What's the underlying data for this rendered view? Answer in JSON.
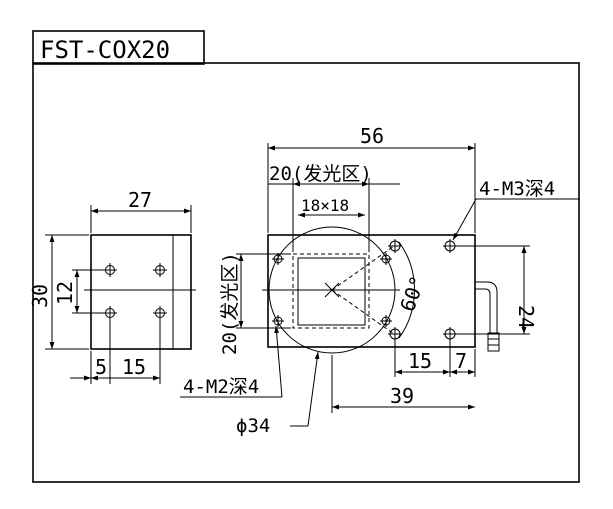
{
  "title": "FST-COX20",
  "left_view": {
    "width_label": "27",
    "height_label": "30",
    "hole_pitch_v_label": "12",
    "hole_offset_label": "5",
    "hole_pitch_h_label": "15"
  },
  "front_view": {
    "overall_width_label": "56",
    "emit_area_w_label": "20(发光区)",
    "emit_area_h_label": "20(发光区)",
    "window_label": "18×18",
    "mount_holes_right_label": "4-M3深4",
    "mount_holes_left_label": "4-M2深4",
    "height_label": "24",
    "angle_label": "60°",
    "hole_pitch_label": "15",
    "edge_offset_label": "7",
    "base_length_label": "39",
    "diameter_label": "ϕ34"
  }
}
